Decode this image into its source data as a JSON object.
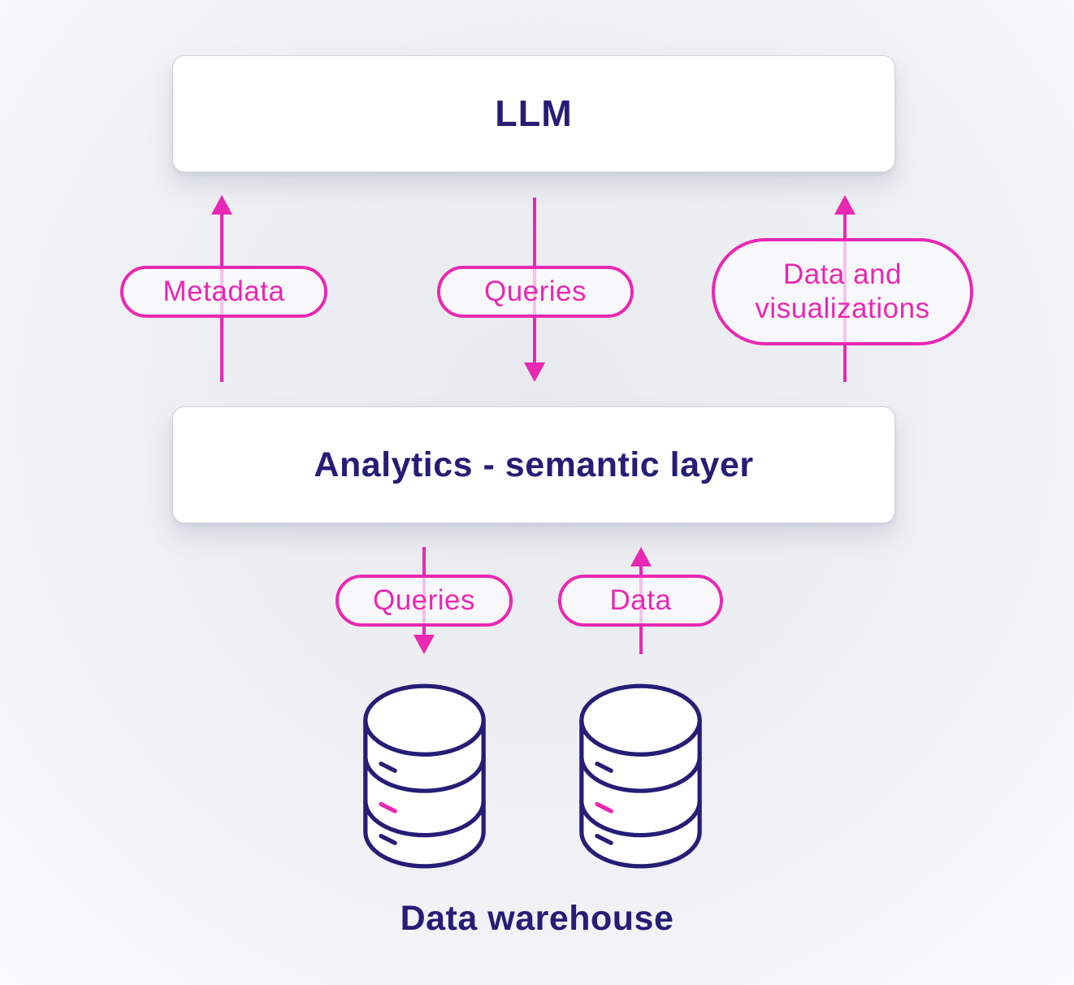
{
  "colors": {
    "pink": "#e928b3",
    "navy": "#251d76",
    "box_background": "#ffffff",
    "box_border": "#ccd3dc",
    "page_background": "#eef0f4"
  },
  "nodes": {
    "llm": {
      "label": "LLM"
    },
    "semantic_layer": {
      "label": "Analytics - semantic layer"
    },
    "data_warehouse": {
      "label": "Data warehouse"
    }
  },
  "flows": {
    "metadata": {
      "label": "Metadata",
      "direction": "up"
    },
    "queries_top": {
      "label": "Queries",
      "direction": "down"
    },
    "data_visualizations": {
      "label": "Data and visualizations",
      "direction": "up"
    },
    "queries_bottom": {
      "label": "Queries",
      "direction": "down"
    },
    "data": {
      "label": "Data",
      "direction": "up"
    }
  }
}
